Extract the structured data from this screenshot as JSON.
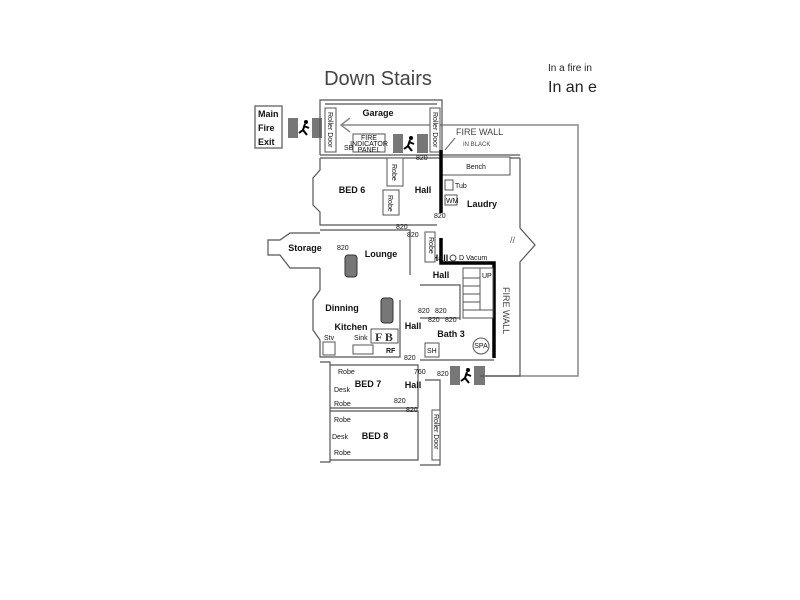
{
  "title": "Down Stairs",
  "notes": {
    "line1": "In a fire in",
    "line2": "In an e"
  },
  "main_exit": {
    "line1": "Main",
    "line2": "Fire",
    "line3": "Exit"
  },
  "fire_wall_note": {
    "line1": "FIRE WALL",
    "line2": "IN BLACK"
  },
  "fire_wall_label": "FIRE WALL",
  "fire_panel": {
    "line1": "FIRE",
    "line2": "INDICATOR",
    "line3": "PANEL"
  },
  "rooms": {
    "garage": "Garage",
    "bed6": "BED 6",
    "hall1": "Hall",
    "laundry": "Laudry",
    "storage": "Storage",
    "lounge": "Lounge",
    "hall2": "Hall",
    "hall3": "Hall",
    "dinning": "Dinning",
    "kitchen": "Kitchen",
    "hall4": "Hall",
    "bath3": "Bath 3",
    "bed7": "BED 7",
    "hall5": "Hall",
    "bed8": "BED 8"
  },
  "fixtures": {
    "roller_door": "Roller Door",
    "sb": "SB",
    "bench": "Bench",
    "tub": "Tub",
    "wm": "WM",
    "robe": "Robe",
    "d_vacum": "D Vacum",
    "up": "UP",
    "stv": "Stv",
    "sink": "Sink",
    "fb": "F B",
    "rf": "RF",
    "sh": "SH",
    "spa": "SPA",
    "desk": "Desk"
  },
  "doors": {
    "d820": "820",
    "d760": "760"
  },
  "colors": {
    "fire_wall": "#000000",
    "exit_sign": "#777777",
    "escape_route": "#888888"
  }
}
